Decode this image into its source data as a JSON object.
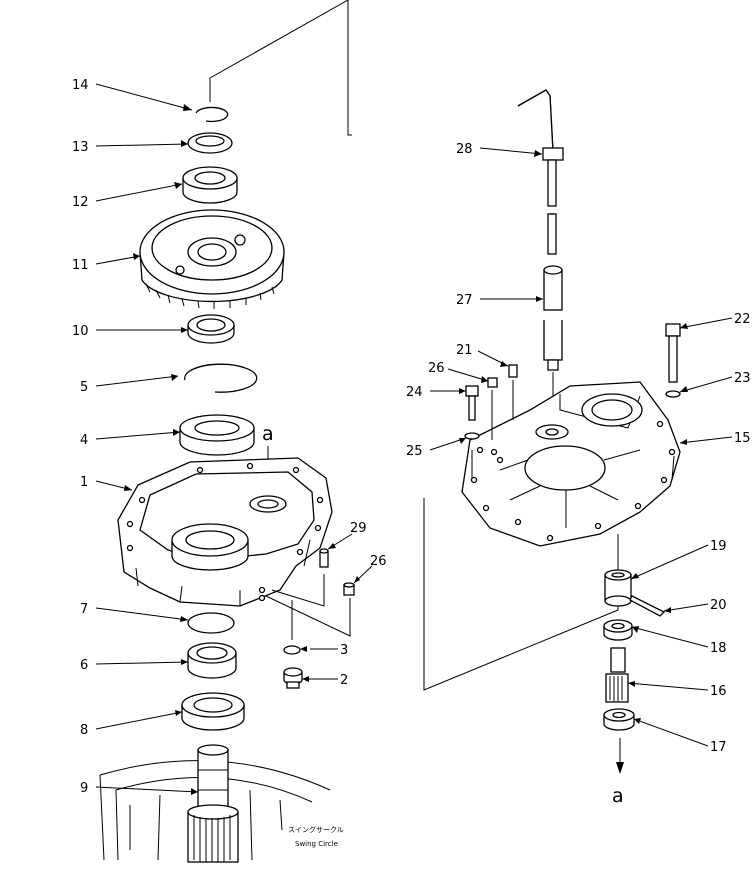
{
  "callouts": {
    "c1": "1",
    "c2": "2",
    "c3": "3",
    "c4": "4",
    "c5": "5",
    "c6": "6",
    "c7": "7",
    "c8": "8",
    "c9": "9",
    "c10": "10",
    "c11": "11",
    "c12": "12",
    "c13": "13",
    "c14": "14",
    "c15": "15",
    "c16": "16",
    "c17": "17",
    "c18": "18",
    "c19": "19",
    "c20": "20",
    "c21": "21",
    "c22": "22",
    "c23": "23",
    "c24": "24",
    "c25": "25",
    "c26a": "26",
    "c26b": "26",
    "c27": "27",
    "c28": "28",
    "c29": "29"
  },
  "ref_letters": {
    "top": "a",
    "bottom": "a"
  },
  "caption": {
    "jp": "スイングサークル",
    "en": "Swing Circle"
  }
}
